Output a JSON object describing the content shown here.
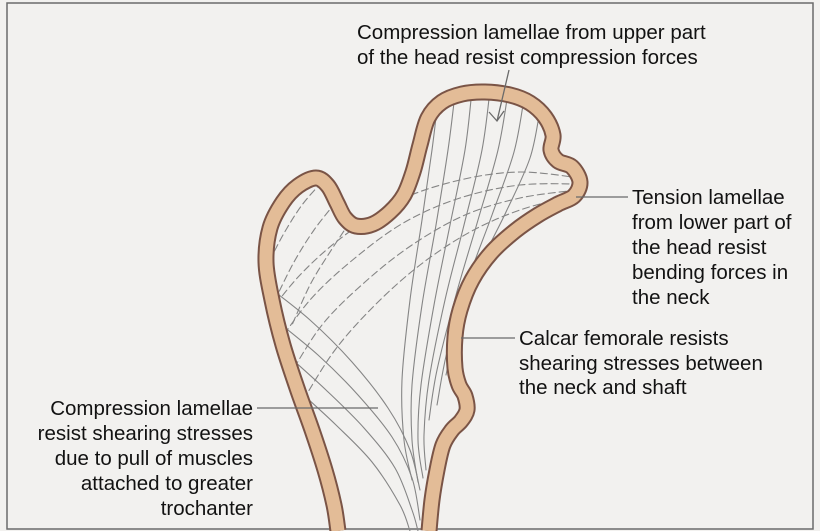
{
  "labels": {
    "head_compression": {
      "lines": [
        "Compression lamellae from upper part",
        "of the head resist compression forces"
      ]
    },
    "tension": {
      "lines": [
        "Tension lamellae",
        "from lower part of",
        "the head resist",
        "bending forces in",
        "the neck"
      ]
    },
    "calcar": {
      "lines": [
        "Calcar femorale resists",
        "shearing stresses between",
        "the neck and shaft"
      ]
    },
    "lateral_compression": {
      "lines": [
        "Compression lamellae",
        "resist shearing stresses",
        "due to pull of muscles",
        "attached to greater",
        "trochanter"
      ]
    }
  },
  "colors": {
    "background": "#f2f1ef",
    "frame": "#6b6b6b",
    "bone": "#e3bc97",
    "bone_outline": "#7a5446",
    "trabeculae": "#858585",
    "leader": "#6a6a6a",
    "text": "#121212"
  }
}
